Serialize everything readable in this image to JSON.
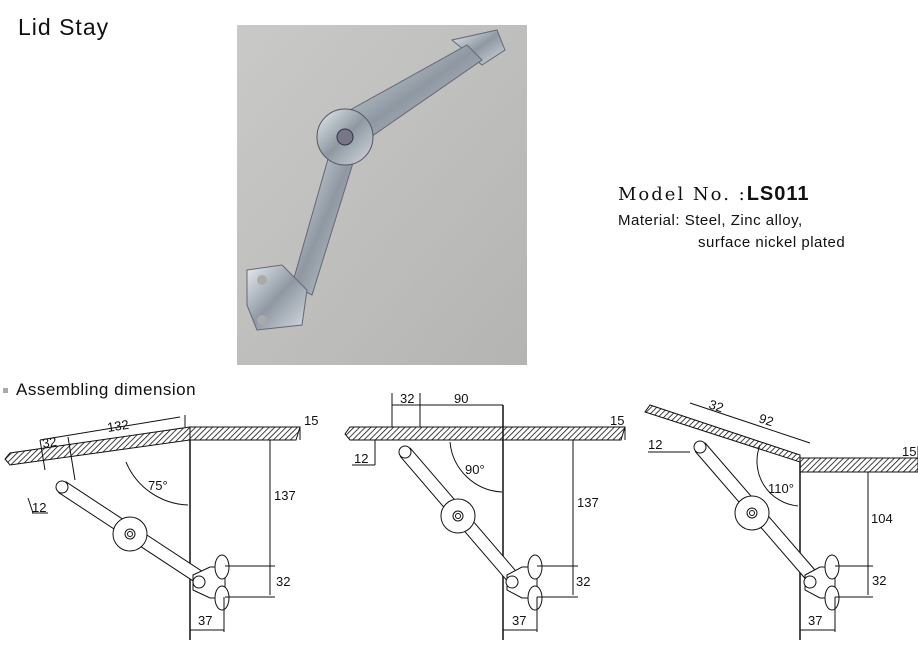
{
  "title": "Lid Stay",
  "spec": {
    "model_label": "Model No. :",
    "model_value": "LS011",
    "material_label": "Material:",
    "material_line1": "Steel, Zinc alloy,",
    "material_line2": "surface nickel plated"
  },
  "section_title": "Assembling dimension",
  "diagrams": [
    {
      "angle": "75°",
      "lid_length": "132",
      "pivot_offset": "32",
      "pivot_drop": "12",
      "board_thickness": "15",
      "height": "137",
      "bracket_spacing": "32",
      "bracket_offset": "37"
    },
    {
      "angle": "90°",
      "lid_length": "90",
      "pivot_offset": "32",
      "pivot_drop": "12",
      "board_thickness": "15",
      "height": "137",
      "bracket_spacing": "32",
      "bracket_offset": "37"
    },
    {
      "angle": "110°",
      "lid_length": "92",
      "pivot_offset": "32",
      "pivot_drop": "12",
      "board_thickness": "15",
      "height": "104",
      "bracket_spacing": "32",
      "bracket_offset": "37"
    }
  ]
}
